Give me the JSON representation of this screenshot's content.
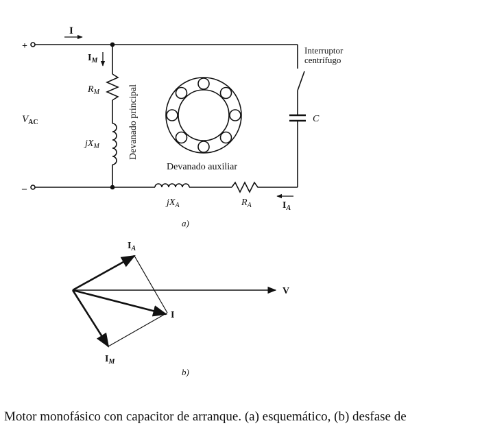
{
  "schematic": {
    "plus_sign": "+",
    "minus_sign": "–",
    "current_I": {
      "main": "I"
    },
    "current_IM": {
      "main": "I",
      "sub": "M"
    },
    "RM": {
      "main": "R",
      "sub": "M"
    },
    "jXM": {
      "main": "jX",
      "sub": "M"
    },
    "source": {
      "main": "V",
      "sub": "AC"
    },
    "main_winding_label": "Devanado principal",
    "aux_winding_label": "Devanado auxiliar",
    "switch_label_line1": "Interruptor",
    "switch_label_line2": "centrífugo",
    "capacitor_label": "C",
    "jXA": {
      "main": "jX",
      "sub": "A"
    },
    "RA": {
      "main": "R",
      "sub": "A"
    },
    "current_IA": {
      "main": "I",
      "sub": "A"
    },
    "part_label": "a)"
  },
  "phasor": {
    "IA": {
      "main": "I",
      "sub": "A"
    },
    "V": "V",
    "I": "I",
    "IM": {
      "main": "I",
      "sub": "M"
    },
    "part_label": "b)"
  },
  "caption": "Motor monofásico con capacitor de arranque. (a) esquemático, (b) desfase de"
}
